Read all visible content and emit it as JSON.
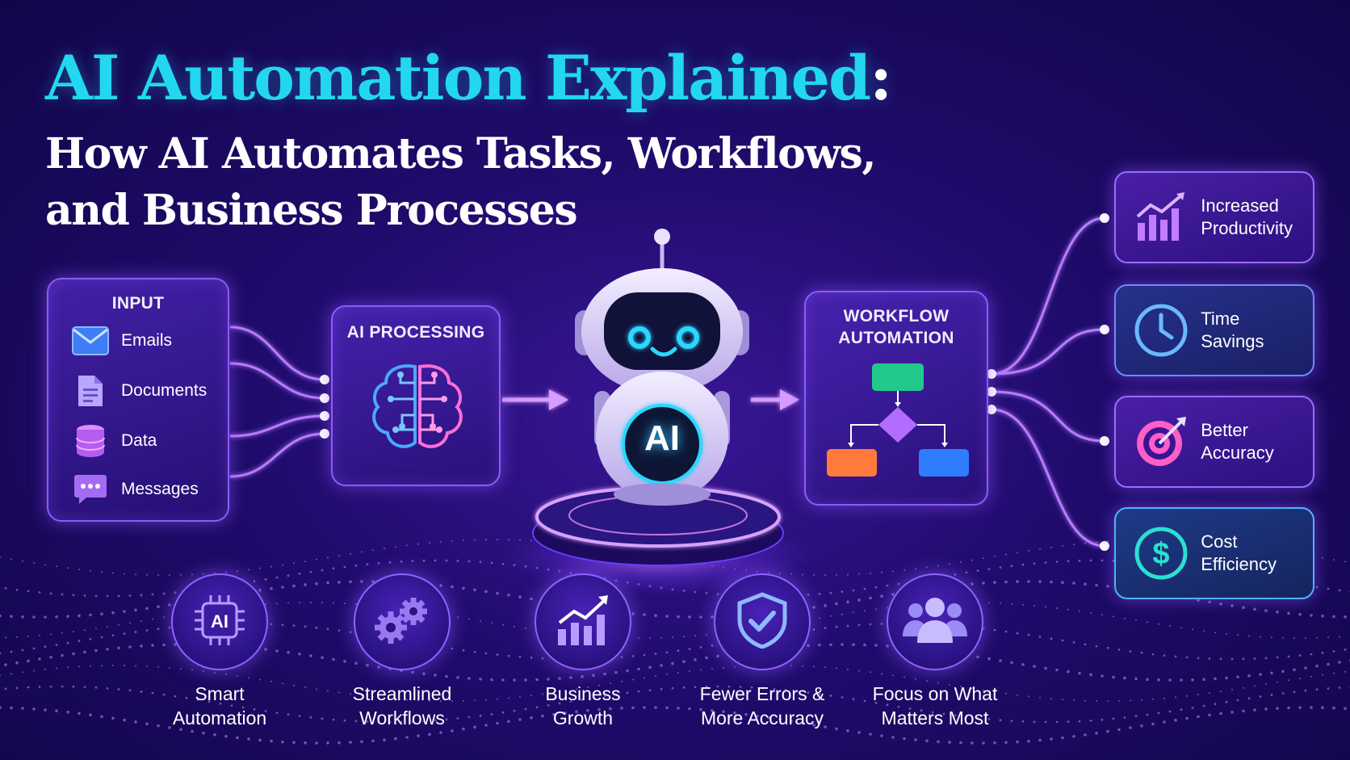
{
  "title": {
    "main": "AI Automation Explained",
    "colon": ":",
    "line1": "How AI Automates Tasks, Workflows,",
    "line2": "and Business Processes"
  },
  "input_panel": {
    "title": "INPUT",
    "items": [
      {
        "label": "Emails",
        "icon": "envelope-icon"
      },
      {
        "label": "Documents",
        "icon": "document-icon"
      },
      {
        "label": "Data",
        "icon": "database-icon"
      },
      {
        "label": "Messages",
        "icon": "chat-bubble-icon"
      }
    ]
  },
  "processing_panel": {
    "title": "AI PROCESSING",
    "icon": "brain-circuit-icon"
  },
  "robot": {
    "chest_label": "AI",
    "icon": "robot-icon"
  },
  "workflow_panel": {
    "title_line1": "WORKFLOW",
    "title_line2": "AUTOMATION",
    "icon": "flowchart-icon"
  },
  "benefits": [
    {
      "line1": "Increased",
      "line2": "Productivity",
      "icon": "bar-chart-up-icon"
    },
    {
      "line1": "Time",
      "line2": "Savings",
      "icon": "clock-icon"
    },
    {
      "line1": "Better",
      "line2": "Accuracy",
      "icon": "target-icon"
    },
    {
      "line1": "Cost",
      "line2": "Efficiency",
      "icon": "dollar-icon"
    }
  ],
  "features": [
    {
      "line1": "Smart",
      "line2": "Automation",
      "icon": "ai-chip-icon"
    },
    {
      "line1": "Streamlined",
      "line2": "Workflows",
      "icon": "gears-icon"
    },
    {
      "line1": "Business",
      "line2": "Growth",
      "icon": "growth-chart-icon"
    },
    {
      "line1": "Fewer Errors &",
      "line2": "More Accuracy",
      "icon": "shield-check-icon"
    },
    {
      "line1": "Focus on What",
      "line2": "Matters Most",
      "icon": "team-icon"
    }
  ],
  "colors": {
    "background": "#1f0b6b",
    "title_cyan": "#23d7f0",
    "panel_border": "#8a5cff",
    "connector": "#b77cff",
    "flow_green": "#22c98a",
    "flow_purple": "#b46cff",
    "flow_orange": "#ff7a3c",
    "flow_blue": "#2f7dff",
    "benefit_blue_bg": "#24307f",
    "benefit_purple_bg": "#3b1a8c"
  }
}
